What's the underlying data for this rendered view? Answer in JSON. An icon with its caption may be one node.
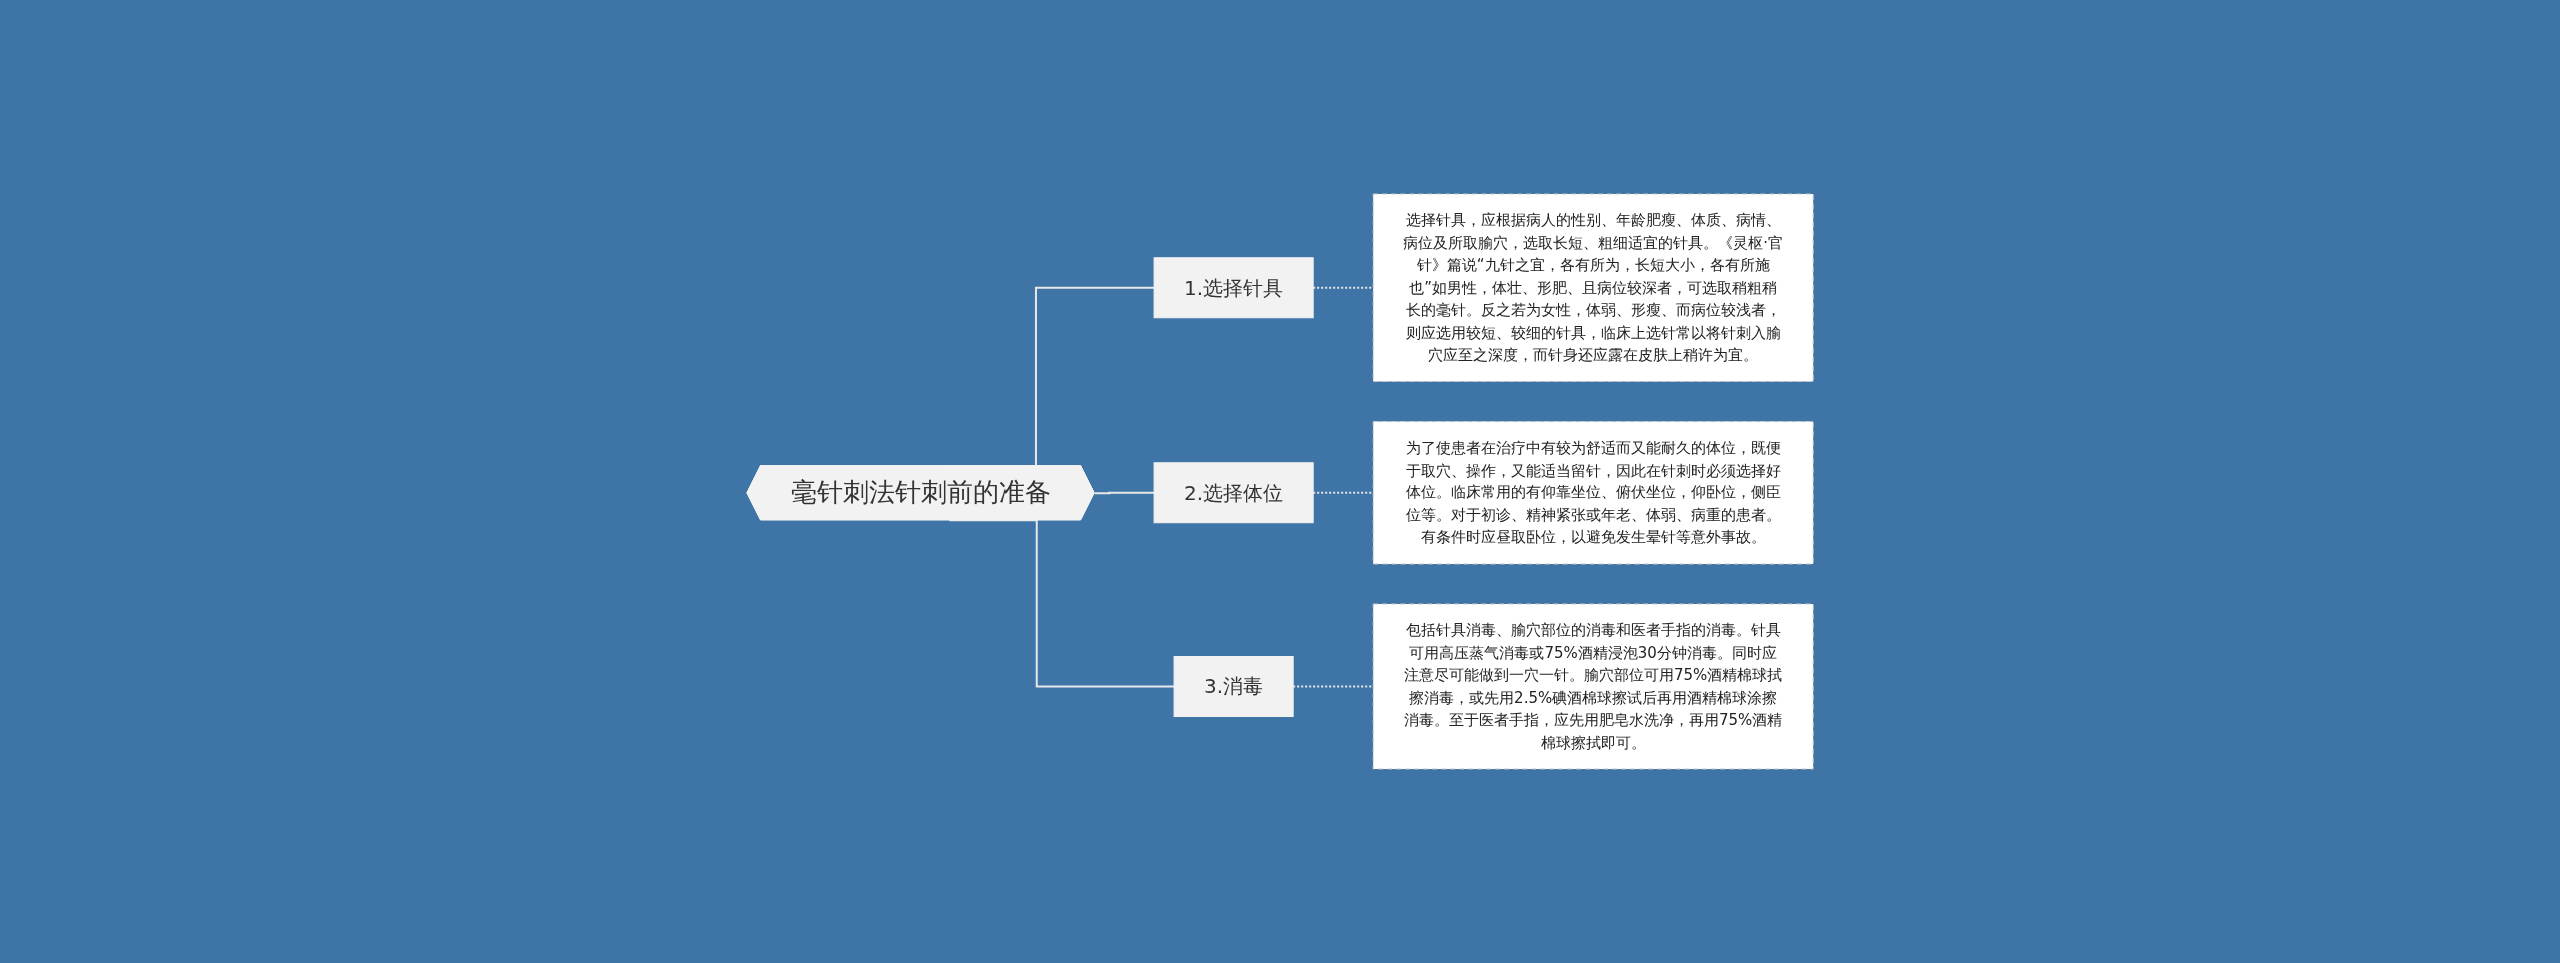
{
  "diagram": {
    "nodes": [
      {
        "text": [
          "毫针刺法针刺前的准备"
        ]
      },
      {
        "text": [
          "1.选择针具"
        ]
      },
      {
        "text": [
          "选择针具，应根据病人的性别、年龄肥瘦、体质、病情、病位及所取腧穴，选取长短、粗细适宜的针具。《灵枢·官针》篇说“九针之宜，各有所为，长短大小，各有所施也”如男性，体壮、形肥、且病位较深者，可选取稍粗稍长的毫针。反之若为女性，体弱、形瘦、而病位较浅者，则应选用较短、较细的针具，临床上选针常以将针刺入腧穴应至之深度，而针身还应露在皮肤上稍许为宜。"
        ]
      },
      {
        "text": [
          "2.选择体位"
        ]
      },
      {
        "text": [
          "为了使患者在治疗中有较为舒适而又能耐久的体位，既便于取穴、操作，又能适当留针，因此在针刺时必须选择好体位。临床常用的有仰靠坐位、俯伏坐位，仰卧位，侧臣位等。对于初诊、精神紧张或年老、体弱、病重的患者。有条件时应昼取卧位，以避免发生晕针等意外事故。"
        ]
      },
      {
        "text": [
          "3.消毒"
        ]
      },
      {
        "text": [
          "包括针具消毒、腧穴部位的消毒和医者手指的消毒。针具可用高压蒸气消毒或75%酒精浸泡30分钟消毒。同时应注意尽可能做到一穴一针。腧穴部位可用75%酒精棉球拭擦消毒，或先用2.5%碘酒棉球擦试后再用酒精棉球涂擦消毒。至于医者手指，应先用肥皂水洗净，再用75%酒精棉球擦拭即可。"
        ]
      }
    ],
    "edges": [
      {
        "from": 0,
        "to": 1,
        "arrow": "none"
      },
      {
        "from": 1,
        "to": 2,
        "arrow": "none",
        "style": "dashed"
      },
      {
        "from": 0,
        "to": 3,
        "arrow": "none"
      },
      {
        "from": 3,
        "to": 4,
        "arrow": "none",
        "style": "dashed"
      },
      {
        "from": 0,
        "to": 5,
        "arrow": "none"
      },
      {
        "from": 5,
        "to": 6,
        "arrow": "none",
        "style": "dashed"
      }
    ]
  }
}
